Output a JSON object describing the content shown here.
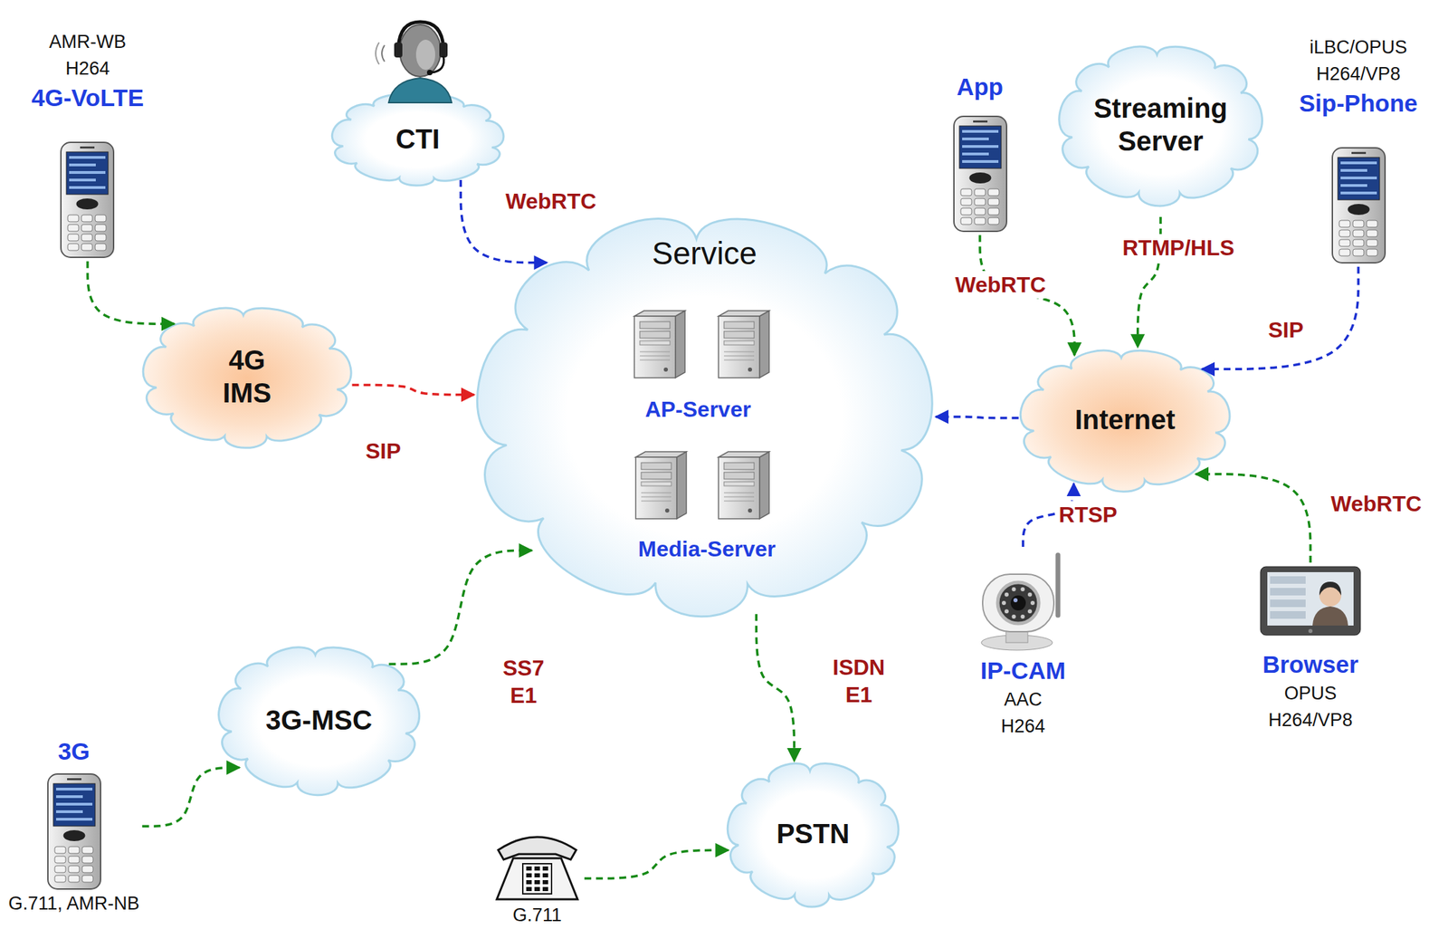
{
  "diagram": {
    "nodes": [
      {
        "text": [
          "AMR-WB",
          "H264",
          "4G-VoLTE"
        ]
      },
      {
        "text": [
          "CTI"
        ]
      },
      {
        "text": [
          "App"
        ]
      },
      {
        "text": [
          "Streaming Server"
        ]
      },
      {
        "text": [
          "iLBC/OPUS",
          "H264/VP8",
          "Sip-Phone"
        ]
      },
      {
        "text": [
          "Service"
        ]
      },
      {
        "text": [
          "4G IMS"
        ]
      },
      {
        "text": [
          "Internet"
        ]
      },
      {
        "text": [
          "IP-CAM",
          "AAC",
          "H264"
        ]
      },
      {
        "text": [
          "Browser",
          "OPUS",
          "H264/VP8"
        ]
      },
      {
        "text": [
          "3G-MSC"
        ]
      },
      {
        "text": [
          "PSTN"
        ]
      },
      {
        "text": [
          "3G",
          "G.711, AMR-NB"
        ]
      },
      {
        "text": [
          "G.711"
        ]
      }
    ],
    "edges": [
      {
        "from": 1,
        "to": 5,
        "label": "WebRTC",
        "arrow": "to"
      },
      {
        "from": 0,
        "to": 6,
        "arrow": "to"
      },
      {
        "from": 6,
        "to": 5,
        "label": "SIP",
        "arrow": "to"
      },
      {
        "from": 2,
        "to": 7,
        "label": "WebRTC",
        "arrow": "to"
      },
      {
        "from": 3,
        "to": 7,
        "label": "RTMP/HLS",
        "arrow": "to"
      },
      {
        "from": 4,
        "to": 7,
        "label": "SIP",
        "arrow": "to"
      },
      {
        "from": 7,
        "to": 5,
        "arrow": "to"
      },
      {
        "from": 8,
        "to": 7,
        "label": "RTSP",
        "arrow": "to"
      },
      {
        "from": 9,
        "to": 7,
        "label": "WebRTC",
        "arrow": "to"
      },
      {
        "from": 12,
        "to": 10,
        "arrow": "to"
      },
      {
        "from": 10,
        "to": 5,
        "label": "SS7 E1",
        "arrow": "to"
      },
      {
        "from": 5,
        "to": 11,
        "label": "ISDN E1",
        "arrow": "to"
      },
      {
        "from": 13,
        "to": 11,
        "arrow": "to"
      }
    ],
    "labels": [
      "AP-Server",
      "Media-Server"
    ]
  }
}
